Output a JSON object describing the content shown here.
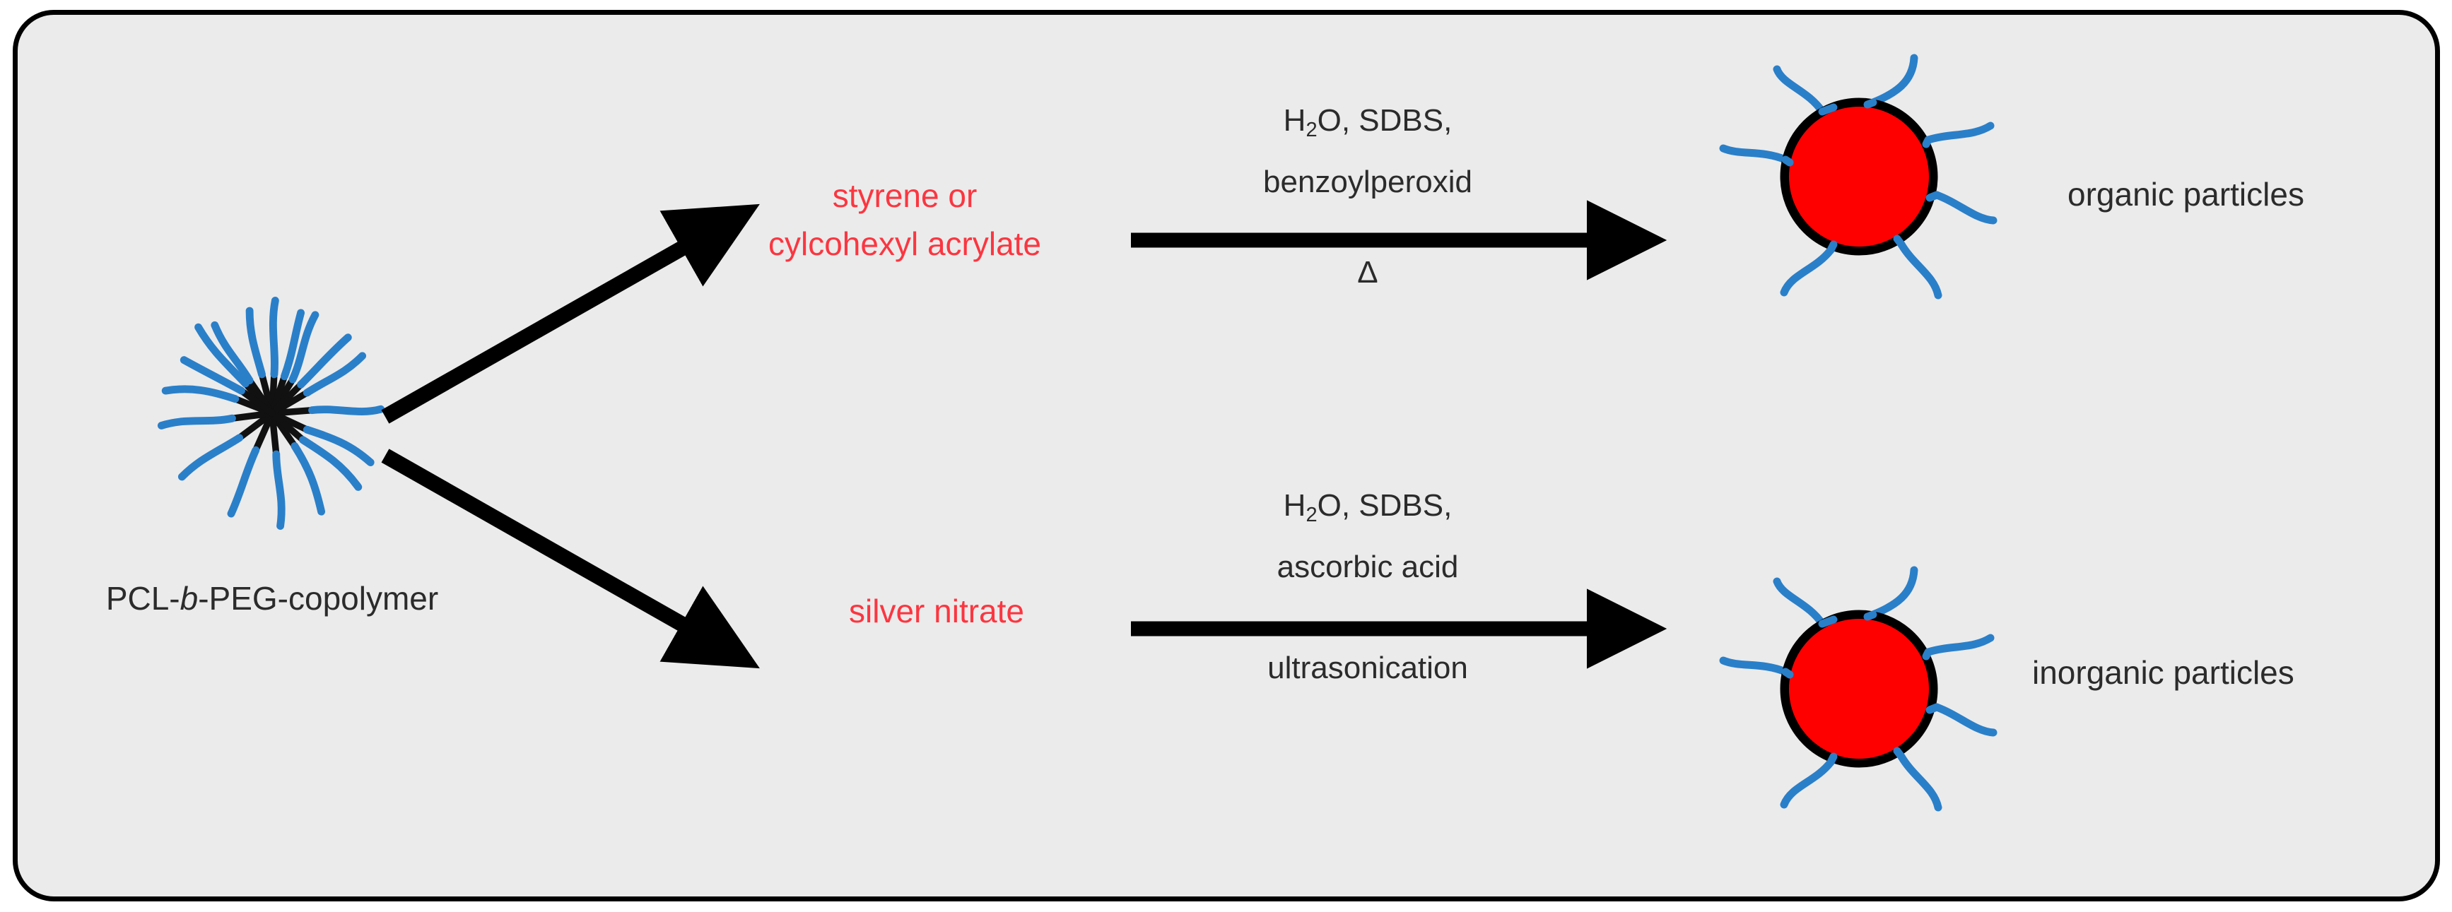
{
  "figure": {
    "background_color": "#ebebeb",
    "frame_border_color": "#000000",
    "accent_red": "#fb3640",
    "particle_core_color": "#ff0000",
    "particle_shell_color": "#000000",
    "polymer_chain_color": "#2a7fc9"
  },
  "starting_material": {
    "name_part1": "PCL-",
    "name_italic": "b",
    "name_part2": "-PEG-copolymer",
    "icon": "star-polymer-icon"
  },
  "routes": [
    {
      "id": "organic",
      "reagent": {
        "line1": "styrene or",
        "line2": "cylcohexyl acrylate"
      },
      "conditions_above": {
        "line1_pre": "H",
        "line1_sub": "2",
        "line1_post": "O, SDBS,",
        "line2": "benzoylperoxid"
      },
      "conditions_below": "Δ",
      "product_label": "organic particles",
      "product_icon": "core-shell-particle-icon"
    },
    {
      "id": "inorganic",
      "reagent": {
        "line1": "silver nitrate",
        "line2": ""
      },
      "conditions_above": {
        "line1_pre": "H",
        "line1_sub": "2",
        "line1_post": "O, SDBS,",
        "line2": "ascorbic acid"
      },
      "conditions_below": "ultrasonication",
      "product_label": "inorganic particles",
      "product_icon": "core-shell-particle-icon"
    }
  ],
  "arrows": {
    "branch_upper": "diagonal-arrow-up-icon",
    "branch_lower": "diagonal-arrow-down-icon",
    "reaction_upper": "reaction-arrow-icon",
    "reaction_lower": "reaction-arrow-icon"
  }
}
